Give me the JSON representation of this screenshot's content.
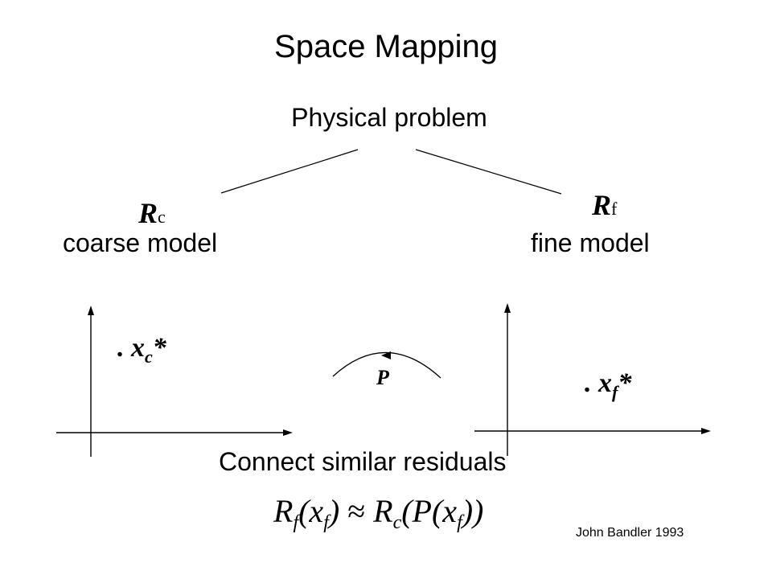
{
  "title": "Space Mapping",
  "physical_problem": "Physical problem",
  "coarse": {
    "symbol": "R",
    "subscript": "c",
    "label": "coarse model",
    "point_label": ". x",
    "point_sub": "c",
    "point_star": "*"
  },
  "fine": {
    "symbol": "R",
    "subscript": "f",
    "label": "fine model",
    "point_label": ". x",
    "point_sub": "f",
    "point_star": "*"
  },
  "mapping_label": "P",
  "connect_text": "Connect similar residuals",
  "formula": {
    "lhs": "R",
    "lhs_sub": "f",
    "lhs_arg": "(x",
    "lhs_arg_sub": "f",
    "close1": ")",
    "approx": " ≈ ",
    "rhs": "R",
    "rhs_sub": "c",
    "rhs_arg": "(P(x",
    "rhs_arg_sub": "f",
    "close2": "))"
  },
  "credit": "John Bandler  1993"
}
